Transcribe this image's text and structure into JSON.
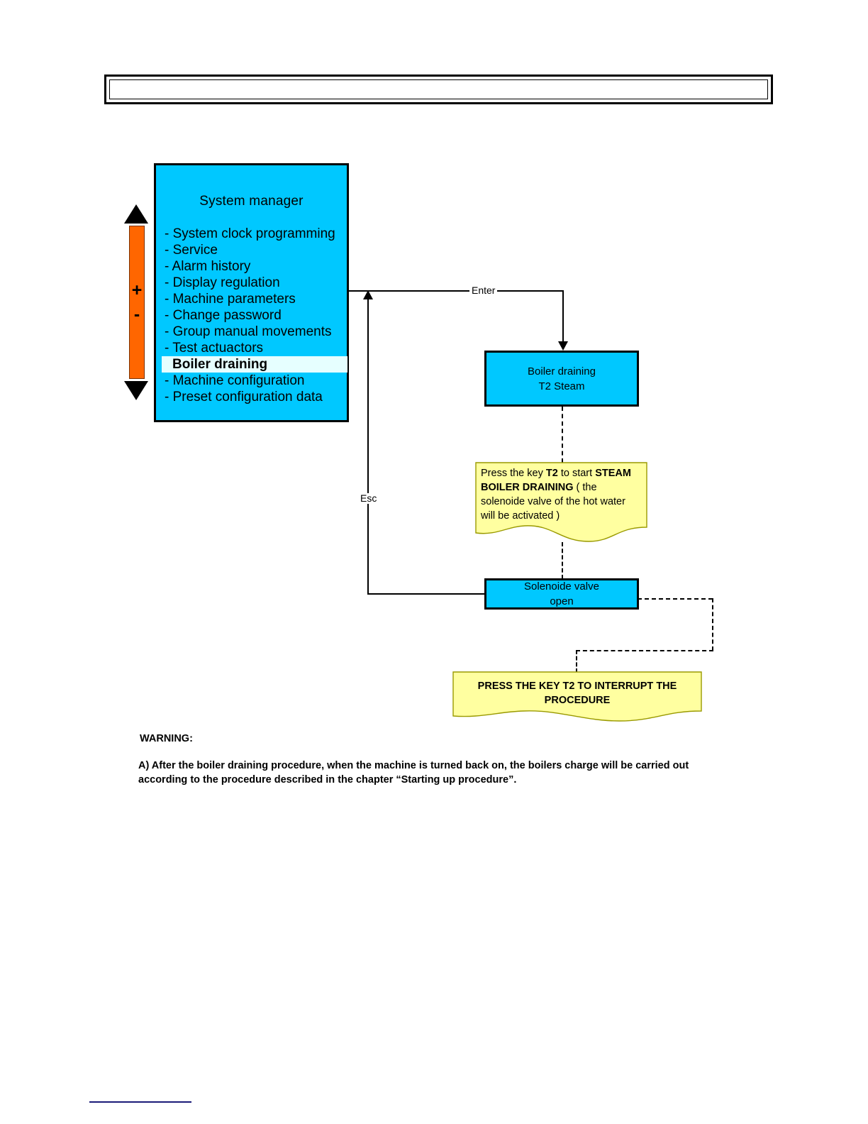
{
  "header": {
    "banner_text": ""
  },
  "menu_panel": {
    "title": "System manager",
    "items": [
      {
        "label": "- System clock programming",
        "selected": false
      },
      {
        "label": "- Service",
        "selected": false
      },
      {
        "label": "- Alarm history",
        "selected": false
      },
      {
        "label": "- Display regulation",
        "selected": false
      },
      {
        "label": "- Machine parameters",
        "selected": false
      },
      {
        "label": "- Change password",
        "selected": false
      },
      {
        "label": "- Group manual movements",
        "selected": false
      },
      {
        "label": "- Test actuactors",
        "selected": false
      },
      {
        "label": "Boiler draining",
        "selected": true
      },
      {
        "label": "- Machine configuration",
        "selected": false
      },
      {
        "label": "- Preset configuration data",
        "selected": false
      }
    ],
    "panel_color": "#00C8FF",
    "selected_highlight_color": "#E6FFFF"
  },
  "scroll_widget": {
    "plus_label": "+",
    "minus_label": "-",
    "up_arrow_name": "triangle-up-icon",
    "down_arrow_name": "triangle-down-icon",
    "track_color": "#FF6600"
  },
  "flow": {
    "boxes": [
      {
        "id": "boiler-draining",
        "line1": "Boiler draining",
        "line2": "T2  Steam",
        "color": "#00C8FF"
      },
      {
        "id": "solenoide-valve",
        "line1": "Solenoide valve",
        "line2": "open",
        "color": "#00C8FF"
      }
    ],
    "edge_labels": {
      "enter": "Enter",
      "esc": "Esc"
    },
    "notes": [
      {
        "id": "steam-note",
        "color": "#FFFFA0",
        "segments": [
          {
            "text": "Press the key ",
            "bold": false
          },
          {
            "text": "T2",
            "bold": true
          },
          {
            "text": " to start ",
            "bold": false
          },
          {
            "text": "STEAM BOILER DRAINING",
            "bold": true
          },
          {
            "text": " ( the solenoide valve of the hot water will be activated )",
            "bold": false
          }
        ],
        "plain": "Press the key T2 to start STEAM BOILER DRAINING ( the solenoide valve of the hot water will be activated )"
      },
      {
        "id": "interrupt-note",
        "color": "#FFFFA0",
        "plain": "PRESS  THE KEY T2 TO INTERRUPT THE PROCEDURE"
      }
    ]
  },
  "warning": {
    "title": "WARNING:",
    "body": "A)  After the boiler draining procedure, when the machine is turned back on, the boilers charge will be carried out according to the procedure described in the chapter “Starting up procedure”."
  }
}
